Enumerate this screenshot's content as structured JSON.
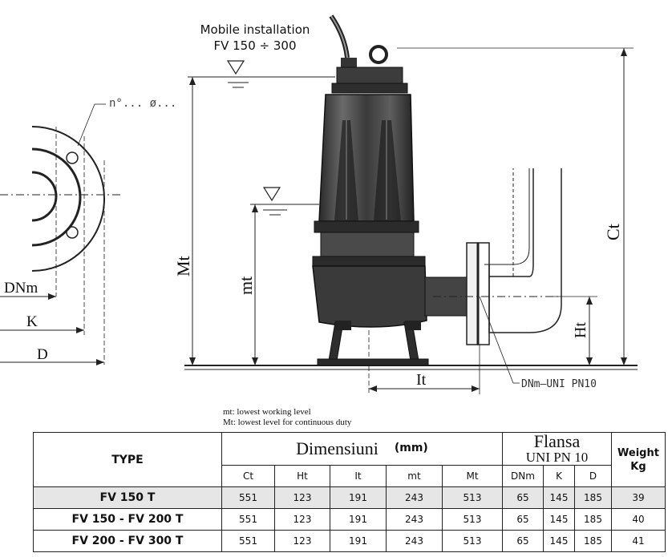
{
  "diagram": {
    "mobile_installation_line1": "Mobile installation",
    "mobile_installation_line2": "FV 150 ÷ 300",
    "flange_holes_label": "n°... ø...",
    "label_dnm": "DNm",
    "label_k": "K",
    "label_d": "D",
    "label_Mt": "Mt",
    "label_mt": "mt",
    "label_Ct": "Ct",
    "label_Ht": "Ht",
    "label_It": "It",
    "flange_callout": "DNm–UNI PN10"
  },
  "notes": {
    "mt": "mt: lowest working level",
    "Mt": "Mt: lowest level for continuous duty"
  },
  "table": {
    "type_header": "TYPE",
    "dim_header": "Dimensiuni",
    "dim_unit": "(mm)",
    "flange_header_line1": "Flansa",
    "flange_header_line2": "UNI PN 10",
    "weight_header_line1": "Weight",
    "weight_header_line2": "Kg",
    "columns": [
      "Ct",
      "Ht",
      "It",
      "mt",
      "Mt",
      "DNm",
      "K",
      "D"
    ],
    "rows": [
      {
        "type": "FV 150 T",
        "values": [
          "551",
          "123",
          "191",
          "243",
          "513",
          "65",
          "145",
          "185",
          "39"
        ]
      },
      {
        "type": "FV 150 - FV 200 T",
        "values": [
          "551",
          "123",
          "191",
          "243",
          "513",
          "65",
          "145",
          "185",
          "40"
        ]
      },
      {
        "type": "FV 200 - FV 300 T",
        "values": [
          "551",
          "123",
          "191",
          "243",
          "513",
          "65",
          "145",
          "185",
          "41"
        ]
      }
    ]
  }
}
